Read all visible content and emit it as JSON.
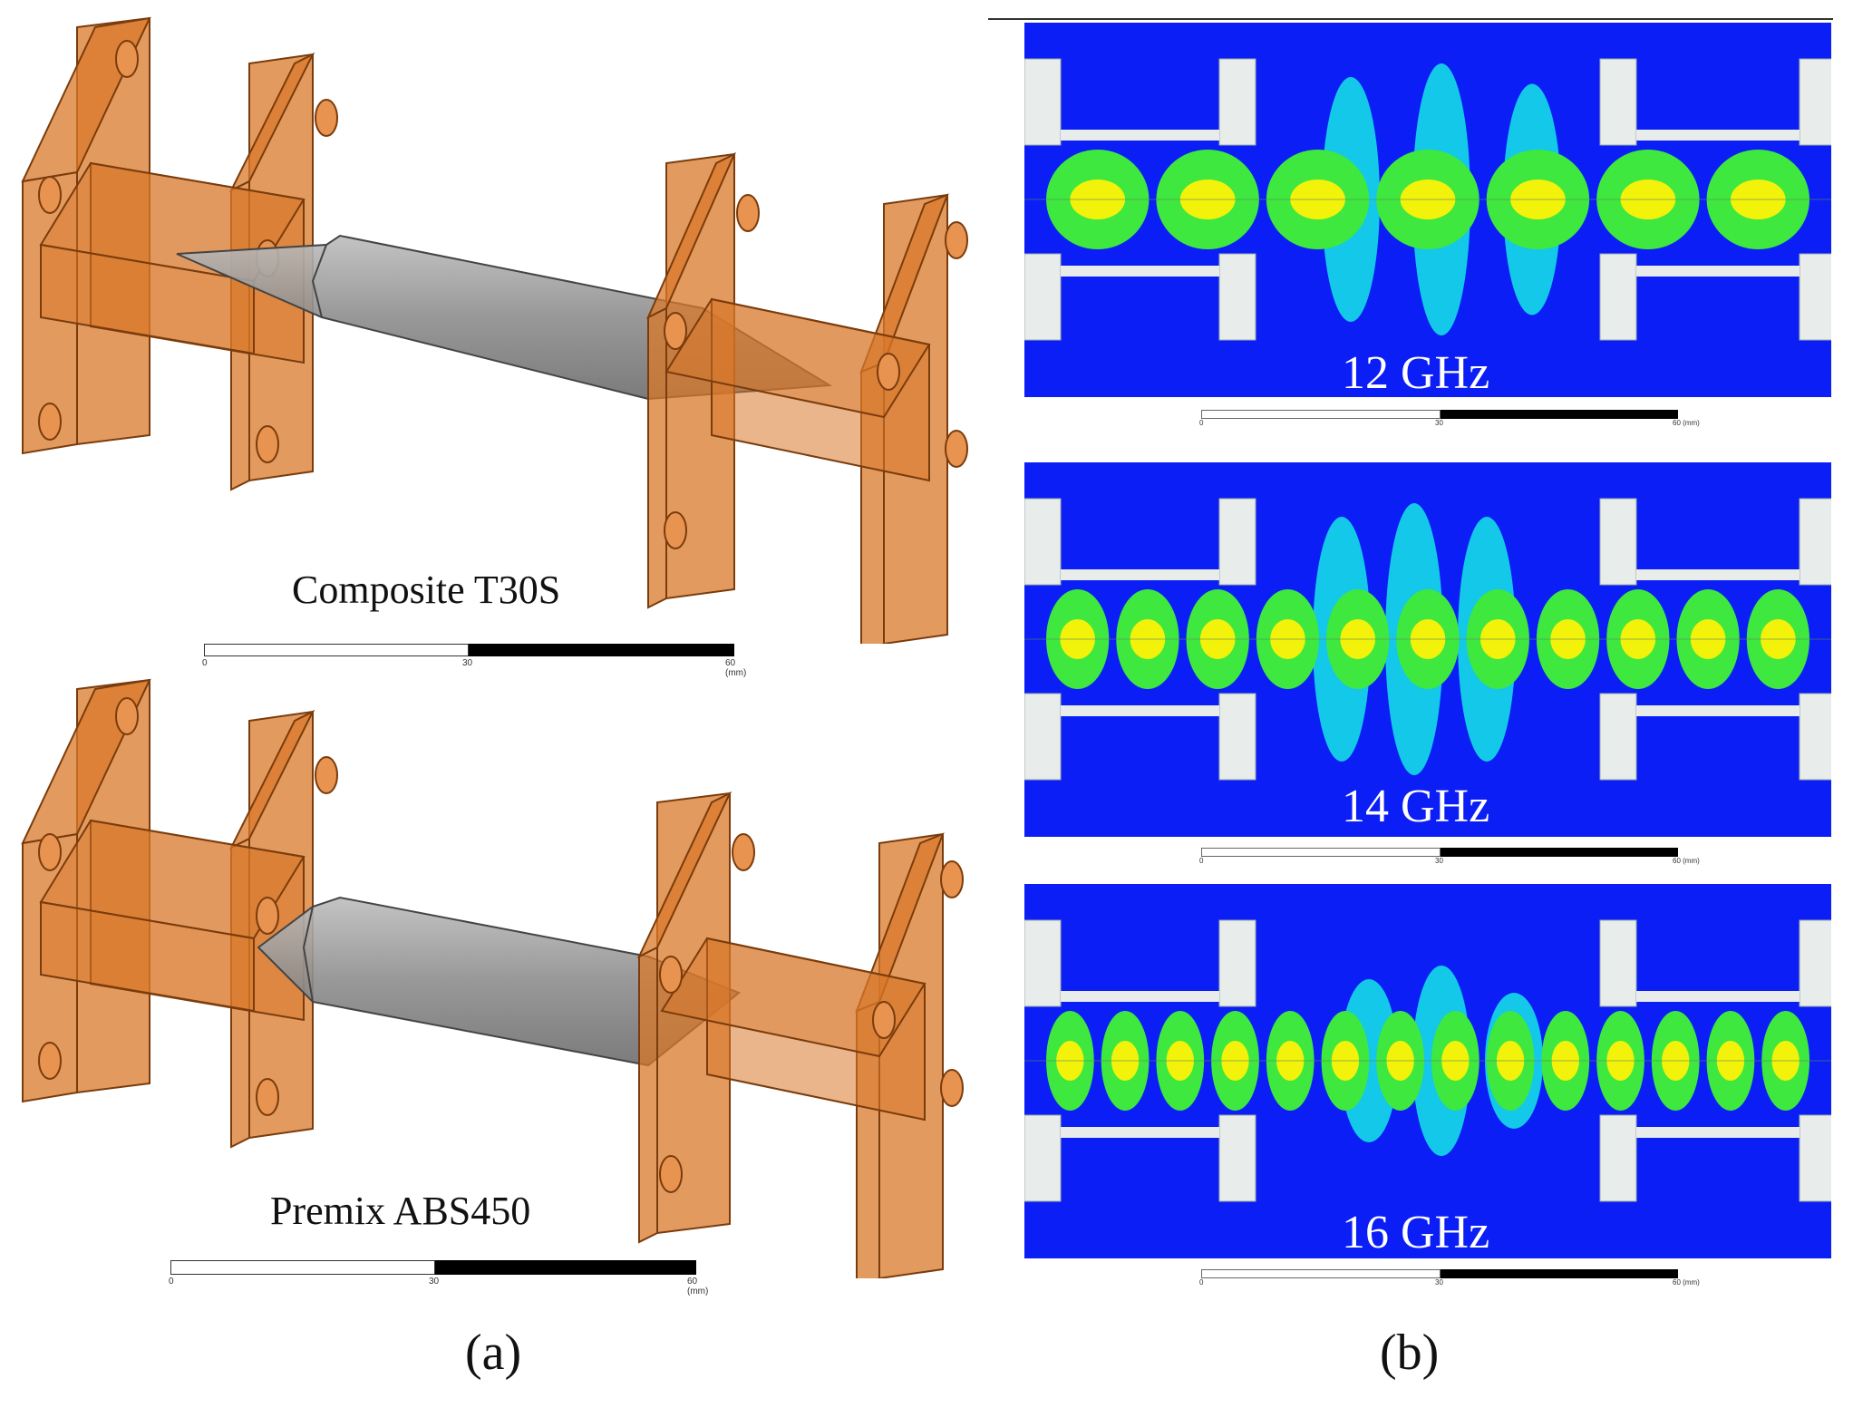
{
  "panel_a": {
    "label": "(a)",
    "models": [
      {
        "caption": "Composite T30S",
        "scale": {
          "ticks": [
            "0",
            "30",
            "60 (mm)"
          ]
        }
      },
      {
        "caption": "Premix ABS450",
        "scale": {
          "ticks": [
            "0",
            "30",
            "60 (mm)"
          ]
        }
      }
    ]
  },
  "panel_b": {
    "label": "(b)",
    "fields": [
      {
        "caption": "12 GHz",
        "scale": {
          "ticks": [
            "0",
            "30",
            "60 (mm)"
          ]
        }
      },
      {
        "caption": "14 GHz",
        "scale": {
          "ticks": [
            "0",
            "30",
            "60 (mm)"
          ]
        }
      },
      {
        "caption": "16 GHz",
        "scale": {
          "ticks": [
            "0",
            "30",
            "60 (mm)"
          ]
        }
      }
    ]
  },
  "colors": {
    "flange_orange": "#d9782a",
    "rod_grey": "#8a8a8a",
    "field_background": "#0a1ef5",
    "field_cyan": "#16e6e6",
    "field_green": "#3ee83e",
    "field_yellow": "#f2f20a"
  }
}
